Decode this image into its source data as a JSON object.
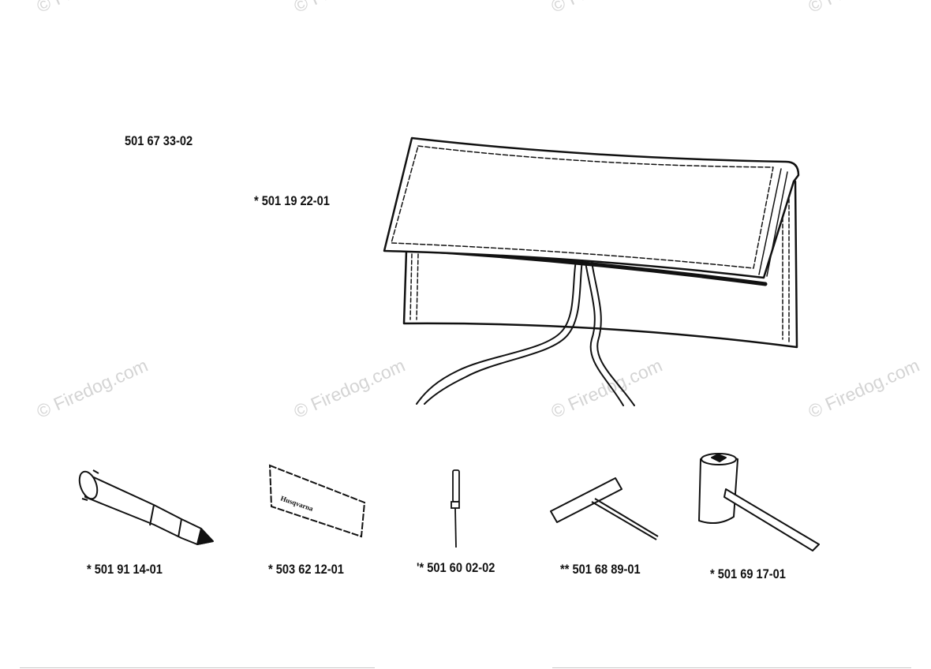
{
  "watermark": "© Firedog.com",
  "diagram": {
    "kit_part_number": "501 67 33-02",
    "parts": {
      "bag": "* 501 19 22-01",
      "file_holder": "* 501 91 14-01",
      "label_tag": "* 503 62 12-01",
      "screwdriver": "'* 501 60 02-02",
      "t_wrench": "** 501 68 89-01",
      "combination_wrench": "* 501 69 17-01"
    },
    "tag_text": "Husqvarna"
  }
}
